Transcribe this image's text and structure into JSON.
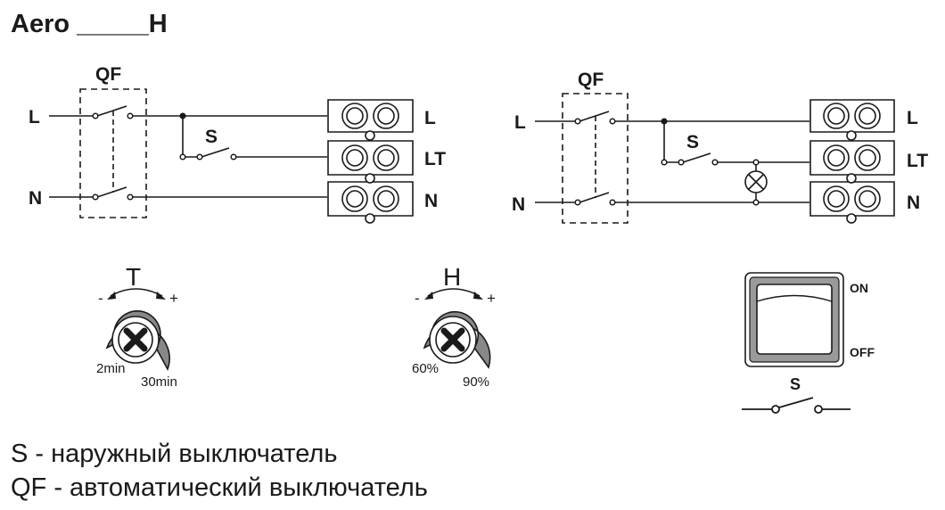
{
  "model_title": "Aero _____H",
  "labels": {
    "qf": "QF",
    "s": "S",
    "l": "L",
    "lt": "LT",
    "n": "N"
  },
  "knob_t": {
    "letter": "T",
    "minus": "-",
    "plus": "+",
    "min_label": "2min",
    "max_label": "30min"
  },
  "knob_h": {
    "letter": "H",
    "minus": "-",
    "plus": "+",
    "min_label": "60%",
    "max_label": "90%"
  },
  "switch": {
    "on_label": "ON",
    "off_label": "OFF",
    "symbol_label": "S"
  },
  "legend": [
    "S - наружный выключатель",
    "QF - автоматический выключатель"
  ],
  "colors": {
    "line": "#1a1a1a",
    "knob_fill": "#888888",
    "switch_frame": "#9a9a9a"
  }
}
